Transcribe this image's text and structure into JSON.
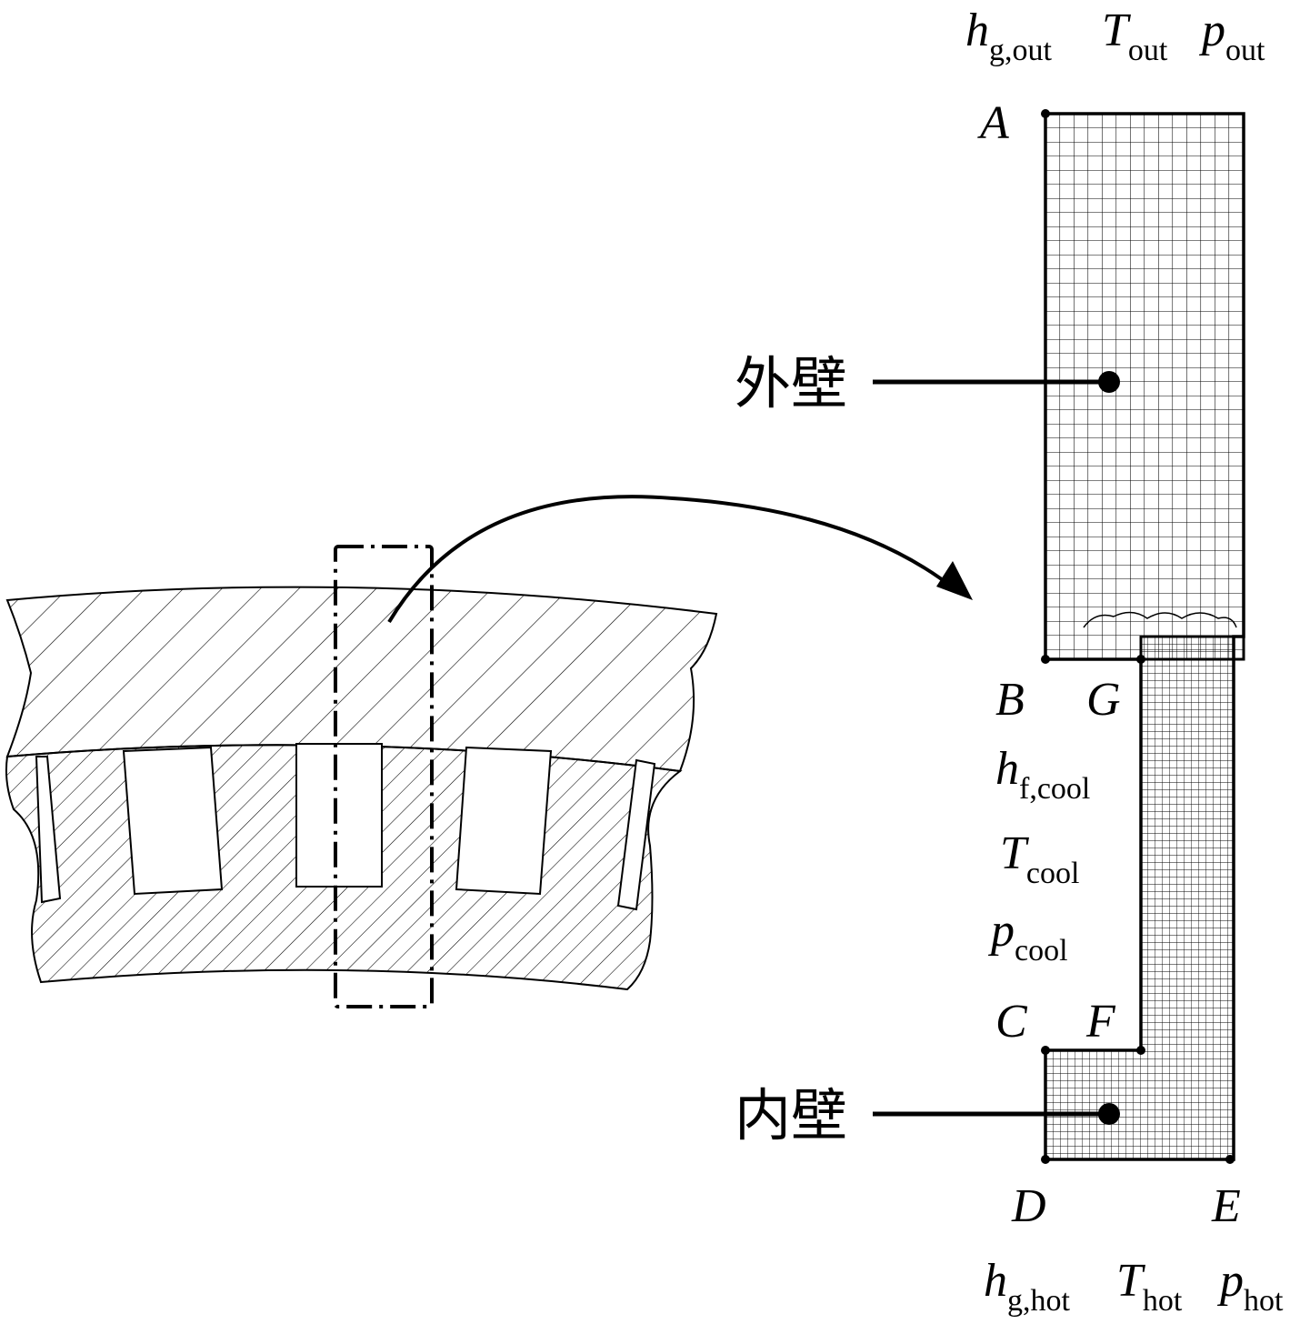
{
  "colors": {
    "ink": "#000000",
    "background": "#ffffff"
  },
  "boundary_top": {
    "h_main": "h",
    "h_sub": "g,out",
    "T_main": "T",
    "T_sub": "out",
    "p_main": "p",
    "p_sub": "out"
  },
  "boundary_cool": {
    "h_main": "h",
    "h_sub": "f,cool",
    "T_main": "T",
    "T_sub": "cool",
    "p_main": "p",
    "p_sub": "cool"
  },
  "boundary_bottom": {
    "h_main": "h",
    "h_sub": "g,hot",
    "T_main": "T",
    "T_sub": "hot",
    "p_main": "p",
    "p_sub": "hot"
  },
  "points": {
    "A": "A",
    "B": "B",
    "G": "G",
    "C": "C",
    "F": "F",
    "D": "D",
    "E": "E"
  },
  "callouts": {
    "outer_wall": "外壁",
    "inner_wall": "内壁"
  }
}
